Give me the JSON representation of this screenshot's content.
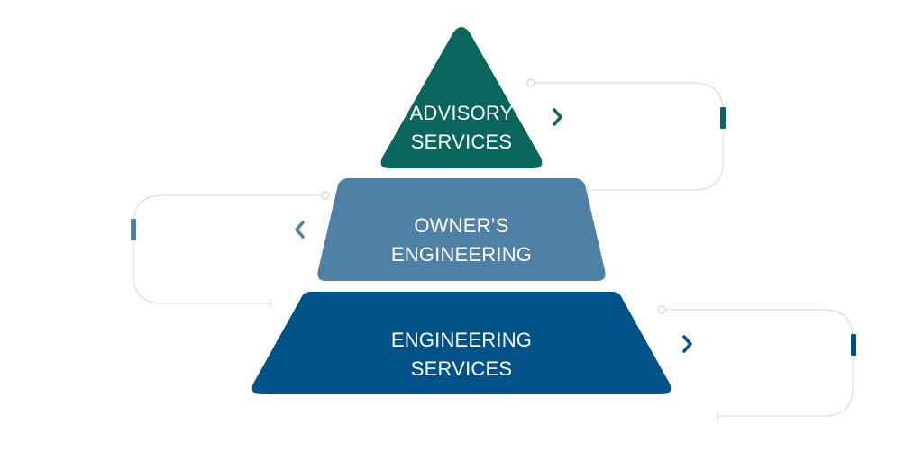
{
  "colors": {
    "advisory": "#0a655d",
    "owners": "#4f80a6",
    "engineering": "#02528a",
    "connector": "#d9dde1"
  },
  "tiers": [
    {
      "id": "advisory",
      "lines": [
        "ADVISORY",
        "SERVICES"
      ],
      "indicator_side": "right",
      "icon": "chevron-right-icon"
    },
    {
      "id": "owners",
      "lines": [
        "OWNER’S",
        "ENGINEERING"
      ],
      "indicator_side": "left",
      "icon": "chevron-left-icon"
    },
    {
      "id": "engineering",
      "lines": [
        "ENGINEERING",
        "SERVICES"
      ],
      "indicator_side": "right",
      "icon": "chevron-right-icon"
    }
  ]
}
